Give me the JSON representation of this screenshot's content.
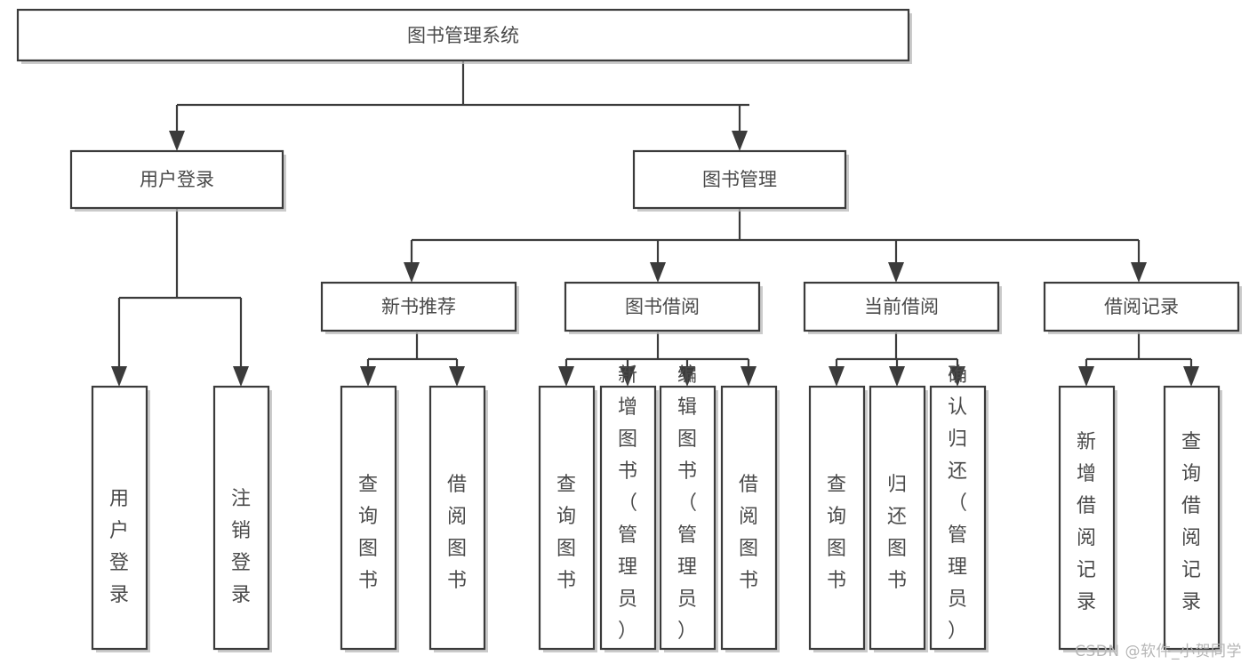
{
  "diagram": {
    "title": "图书管理系统",
    "type": "hierarchy-tree",
    "orientation": "top-down",
    "colors": {
      "background": "#ffffff",
      "box_stroke": "#3b3b3b",
      "box_fill": "#ffffff",
      "text": "#4a4a4a",
      "shadow": "#b9b9b9",
      "watermark": "#b6b6b6"
    },
    "levels": [
      {
        "level": 0,
        "nodes": [
          {
            "id": "root",
            "label": "图书管理系统",
            "orientation": "horizontal"
          }
        ]
      },
      {
        "level": 1,
        "nodes": [
          {
            "id": "login",
            "label": "用户登录",
            "orientation": "horizontal",
            "parent": "root"
          },
          {
            "id": "bookmgmt",
            "label": "图书管理",
            "orientation": "horizontal",
            "parent": "root"
          }
        ]
      },
      {
        "level": 2,
        "nodes": [
          {
            "id": "newbook",
            "label": "新书推荐",
            "orientation": "horizontal",
            "parent": "bookmgmt"
          },
          {
            "id": "borrow",
            "label": "图书借阅",
            "orientation": "horizontal",
            "parent": "bookmgmt"
          },
          {
            "id": "current",
            "label": "当前借阅",
            "orientation": "horizontal",
            "parent": "bookmgmt"
          },
          {
            "id": "records",
            "label": "借阅记录",
            "orientation": "horizontal",
            "parent": "bookmgmt"
          }
        ]
      },
      {
        "level": 3,
        "nodes": [
          {
            "id": "leaf1",
            "label": "用户登录",
            "orientation": "vertical",
            "parent": "login"
          },
          {
            "id": "leaf2",
            "label": "注销登录",
            "orientation": "vertical",
            "parent": "login"
          },
          {
            "id": "leaf3",
            "label": "查询图书",
            "orientation": "vertical",
            "parent": "newbook"
          },
          {
            "id": "leaf4",
            "label": "借阅图书",
            "orientation": "vertical",
            "parent": "newbook"
          },
          {
            "id": "leaf5",
            "label": "查询图书",
            "orientation": "vertical",
            "parent": "borrow"
          },
          {
            "id": "leaf6",
            "label": "新增图书（管理员）",
            "orientation": "vertical",
            "parent": "borrow"
          },
          {
            "id": "leaf7",
            "label": "编辑图书（管理员）",
            "orientation": "vertical",
            "parent": "borrow"
          },
          {
            "id": "leaf8",
            "label": "借阅图书",
            "orientation": "vertical",
            "parent": "borrow"
          },
          {
            "id": "leaf9",
            "label": "查询图书",
            "orientation": "vertical",
            "parent": "current"
          },
          {
            "id": "leaf10",
            "label": "归还图书",
            "orientation": "vertical",
            "parent": "current"
          },
          {
            "id": "leaf11",
            "label": "确认归还（管理员）",
            "orientation": "vertical",
            "parent": "current"
          },
          {
            "id": "leaf12",
            "label": "新增借阅记录",
            "orientation": "vertical",
            "parent": "records"
          },
          {
            "id": "leaf13",
            "label": "查询借阅记录",
            "orientation": "vertical",
            "parent": "records"
          }
        ]
      }
    ]
  },
  "watermark": {
    "text": "CSDN @软件_小贺同学"
  }
}
